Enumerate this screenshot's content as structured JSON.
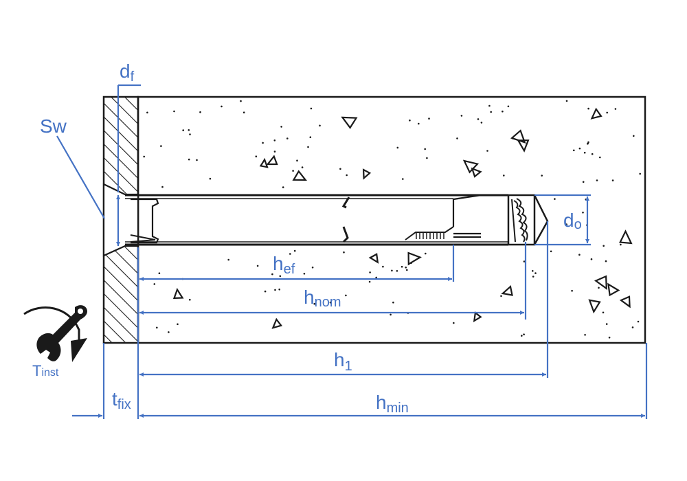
{
  "diagram": {
    "title": "Anchor installation dimensions",
    "colors": {
      "dimension": "#4472c4",
      "outline": "#1a1a1a",
      "background": "#ffffff"
    },
    "labels": {
      "d_f": {
        "main": "d",
        "sub": "f"
      },
      "sw": {
        "main": "Sw"
      },
      "d_o": {
        "main": "d",
        "sub": "o"
      },
      "h_ef": {
        "main": "h",
        "sub": "ef"
      },
      "h_nom": {
        "main": "h",
        "sub": "nom"
      },
      "h_1": {
        "main": "h",
        "sub": "1"
      },
      "h_min": {
        "main": "h",
        "sub": "min"
      },
      "t_fix": {
        "main": "t",
        "sub": "fix"
      },
      "t_inst": {
        "main": "T",
        "sub": "inst"
      }
    },
    "components": [
      "concrete-base-material",
      "fixture-plate-hatched",
      "anchor-sleeve",
      "anchor-cone-bolt",
      "wrench-icon",
      "rotation-arrow-icon"
    ]
  }
}
